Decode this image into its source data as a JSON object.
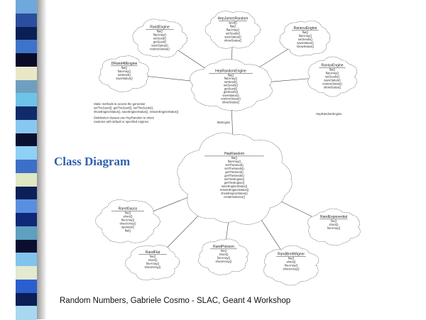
{
  "slide": {
    "title": "Class Diagram",
    "footer": "Random Numbers, Gabriele Cosmo - SLAC, Geant 4 Workshop"
  },
  "stripe_colors": [
    "#6fa8dc",
    "#2b4f9e",
    "#0b1e56",
    "#3d74c9",
    "#0a0a2a",
    "#e8e8c8",
    "#6f9fc0",
    "#6ec3e8",
    "#102a6a",
    "#88c8f0",
    "#0a1030",
    "#8fd0f5",
    "#3c6fc8",
    "#dfe8c0",
    "#0d1f58",
    "#5a8fe0",
    "#102878",
    "#5f9fbf",
    "#0a0f30",
    "#80c4ee",
    "#e3ead0",
    "#2a5fd0",
    "#0b1e56",
    "#a8d8f0"
  ],
  "diagram": {
    "classes": {
      "top_left": {
        "title": "RandEngine",
        "lines": [
          "flat()",
          "flatArray()",
          "setSeed()",
          "getSeed()",
          "saveStatus()",
          "restoreStatus()"
        ]
      },
      "top_mid": {
        "title": "HepJamesRandom",
        "lines": [
          "seed()",
          "flat()",
          "flatArray()",
          "setSeeds()",
          "saveStatus()",
          "showStatus()"
        ]
      },
      "top_right": {
        "title": "RanecuEngine",
        "lines": [
          "flat()",
          "flatArray()",
          "setSeeds()",
          "saveStatus()",
          "showStatus()"
        ]
      },
      "left": {
        "title": "DRand48Engine",
        "lines": [
          "flat()",
          "flatArray()",
          "setSeed()",
          "saveStatus()"
        ]
      },
      "right": {
        "title": "RanluxEngine",
        "lines": [
          "flat()",
          "flatArray()",
          "setSeeds()",
          "saveStatus()",
          "restoreStatus()",
          "showStatus()"
        ]
      },
      "center_top": {
        "title": "HepRandomEngine",
        "lines": [
          "flat()",
          "flatArray()",
          "setSeed()",
          "setSeeds()",
          "getSeed()",
          "getSeeds()",
          "saveStatus()",
          "restoreStatus()",
          "showStatus()"
        ]
      },
      "center": {
        "title": "HepRandom",
        "lines": [
          "flat()",
          "flatArray()",
          "setTheSeed()",
          "setTheSeeds()",
          "getTheSeed()",
          "getTheSeeds()",
          "setTheEngine()",
          "getTheEngine()",
          "saveEngineStatus()",
          "restoreEngineStatus()",
          "showEngineStatus()",
          "createInstance()"
        ]
      },
      "bottom_left": {
        "title": "RandGauss",
        "lines": [
          "fire()",
          "shoot()",
          "fireArray()",
          "shootArray()",
          "operator()",
          "flat()"
        ]
      },
      "bottom_left2": {
        "title": "RandFlat",
        "lines": [
          "fire()",
          "shoot()",
          "fireArray()",
          "shootArray()"
        ]
      },
      "bottom_mid": {
        "title": "RandPoisson",
        "lines": [
          "fire()",
          "shoot()",
          "fireArray()",
          "shootArray()"
        ]
      },
      "bottom_right": {
        "title": "RandBreitWigner",
        "lines": [
          "fire()",
          "shoot()",
          "fireArray()",
          "shootArray()"
        ]
      },
      "right_bottom": {
        "title": "RandExponential",
        "lines": [
          "fire()",
          "shoot()",
          "fireArray()"
        ]
      }
    },
    "labels": {
      "cluster_right": "HepRandomEngine",
      "relation": "theEngine"
    },
    "notes": [
      "Static methods to access the generator",
      "setTheSeed(), getTheSeed(), setTheSeeds(),",
      "showEngineStatus(), saveEngineStatus(), restoreEngineStatus()",
      "Distribution classes use HepRandom to shoot",
      "randoms with default or specified engines"
    ]
  }
}
